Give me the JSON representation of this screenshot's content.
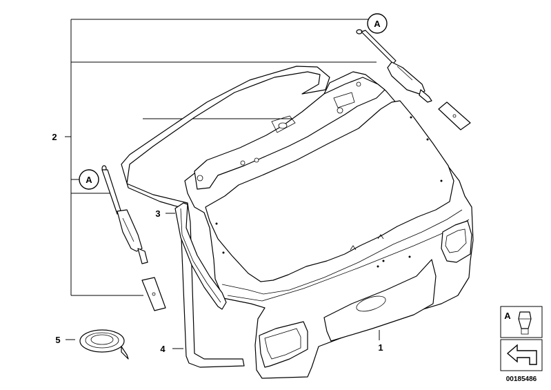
{
  "parts": [
    {
      "id": "callout-1",
      "label": "1"
    },
    {
      "id": "callout-2",
      "label": "2"
    },
    {
      "id": "callout-3",
      "label": "3"
    },
    {
      "id": "callout-4",
      "label": "4"
    },
    {
      "id": "callout-5",
      "label": "5"
    }
  ],
  "markers": {
    "top": "A",
    "left": "A",
    "legend": "A"
  },
  "reference_number": "00185486"
}
